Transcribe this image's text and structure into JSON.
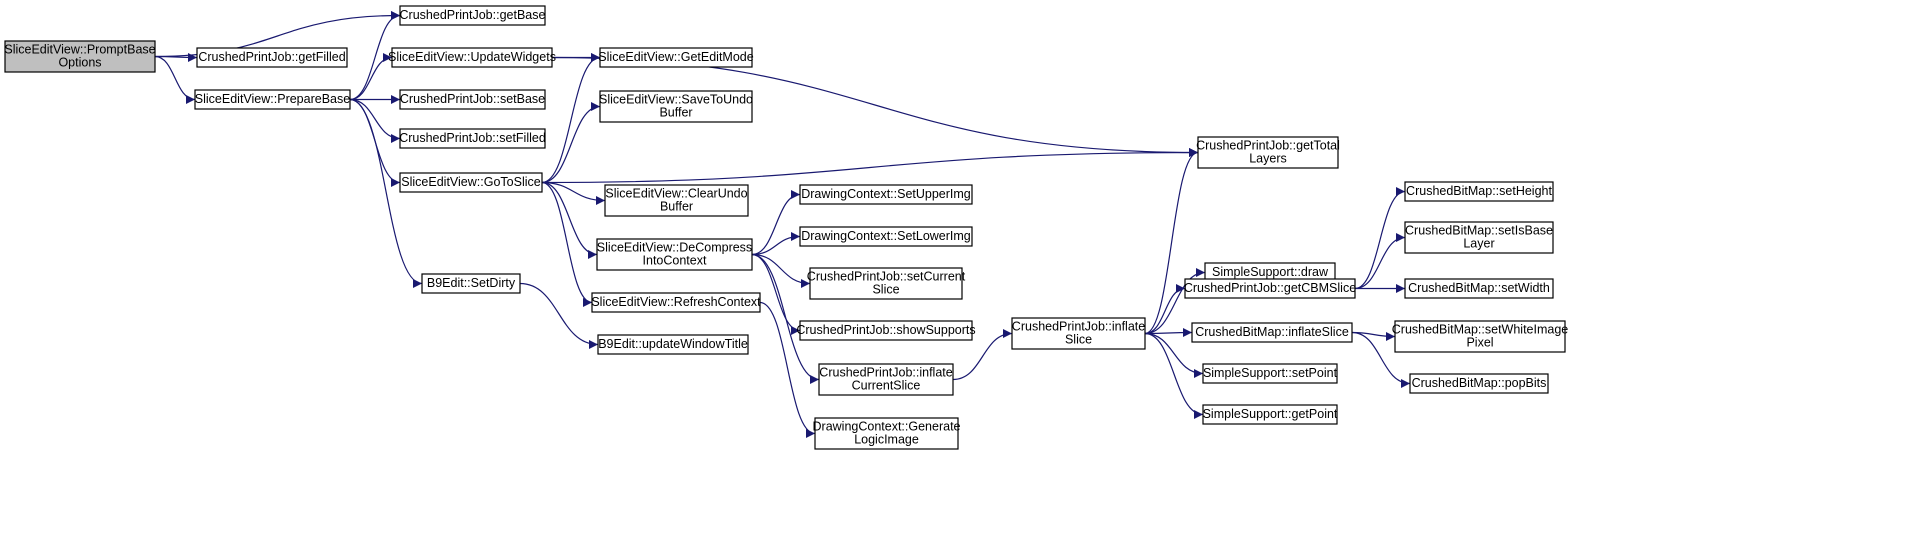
{
  "graph": {
    "colors": {
      "edge": "#191970",
      "node_border": "#000000",
      "root_fill": "#bfbfbf",
      "node_fill": "#ffffff"
    },
    "nodes": [
      {
        "id": "n0",
        "lines": [
          "SliceEditView::PromptBase",
          "Options"
        ],
        "root": true
      },
      {
        "id": "n1",
        "lines": [
          "CrushedPrintJob::getBase"
        ]
      },
      {
        "id": "n2",
        "lines": [
          "CrushedPrintJob::getFilled"
        ]
      },
      {
        "id": "n3",
        "lines": [
          "SliceEditView::PrepareBase"
        ]
      },
      {
        "id": "n4",
        "lines": [
          "SliceEditView::UpdateWidgets"
        ]
      },
      {
        "id": "n5",
        "lines": [
          "CrushedPrintJob::setBase"
        ]
      },
      {
        "id": "n6",
        "lines": [
          "CrushedPrintJob::setFilled"
        ]
      },
      {
        "id": "n7",
        "lines": [
          "SliceEditView::GoToSlice"
        ]
      },
      {
        "id": "n8",
        "lines": [
          "B9Edit::SetDirty"
        ]
      },
      {
        "id": "n9",
        "lines": [
          "SliceEditView::GetEditMode"
        ]
      },
      {
        "id": "n10",
        "lines": [
          "SliceEditView::SaveToUndo",
          "Buffer"
        ]
      },
      {
        "id": "n11",
        "lines": [
          "SliceEditView::ClearUndo",
          "Buffer"
        ]
      },
      {
        "id": "n12",
        "lines": [
          "SliceEditView::DeCompress",
          "IntoContext"
        ]
      },
      {
        "id": "n13",
        "lines": [
          "SliceEditView::RefreshContext"
        ]
      },
      {
        "id": "n14",
        "lines": [
          "B9Edit::updateWindowTitle"
        ]
      },
      {
        "id": "n15",
        "lines": [
          "DrawingContext::SetUpperImg"
        ]
      },
      {
        "id": "n16",
        "lines": [
          "DrawingContext::SetLowerImg"
        ]
      },
      {
        "id": "n17",
        "lines": [
          "CrushedPrintJob::setCurrent",
          "Slice"
        ]
      },
      {
        "id": "n18",
        "lines": [
          "CrushedPrintJob::showSupports"
        ]
      },
      {
        "id": "n19",
        "lines": [
          "CrushedPrintJob::inflate",
          "CurrentSlice"
        ]
      },
      {
        "id": "n20",
        "lines": [
          "DrawingContext::Generate",
          "LogicImage"
        ]
      },
      {
        "id": "n21",
        "lines": [
          "CrushedPrintJob::getTotal",
          "Layers"
        ]
      },
      {
        "id": "n22",
        "lines": [
          "CrushedPrintJob::inflate",
          "Slice"
        ]
      },
      {
        "id": "n23",
        "lines": [
          "SimpleSupport::draw"
        ]
      },
      {
        "id": "n24",
        "lines": [
          "CrushedPrintJob::getCBMSlice"
        ]
      },
      {
        "id": "n25",
        "lines": [
          "CrushedBitMap::inflateSlice"
        ]
      },
      {
        "id": "n26",
        "lines": [
          "SimpleSupport::setPoint"
        ]
      },
      {
        "id": "n27",
        "lines": [
          "SimpleSupport::getPoint"
        ]
      },
      {
        "id": "n28",
        "lines": [
          "CrushedBitMap::setHeight"
        ]
      },
      {
        "id": "n29",
        "lines": [
          "CrushedBitMap::setIsBase",
          "Layer"
        ]
      },
      {
        "id": "n30",
        "lines": [
          "CrushedBitMap::setWidth"
        ]
      },
      {
        "id": "n31",
        "lines": [
          "CrushedBitMap::setWhiteImage",
          "Pixel"
        ]
      },
      {
        "id": "n32",
        "lines": [
          "CrushedBitMap::popBits"
        ]
      }
    ],
    "edges": [
      [
        "n0",
        "n1"
      ],
      [
        "n0",
        "n2"
      ],
      [
        "n0",
        "n3"
      ],
      [
        "n3",
        "n1"
      ],
      [
        "n3",
        "n4"
      ],
      [
        "n3",
        "n5"
      ],
      [
        "n3",
        "n6"
      ],
      [
        "n3",
        "n7"
      ],
      [
        "n3",
        "n8"
      ],
      [
        "n4",
        "n9"
      ],
      [
        "n4",
        "n21"
      ],
      [
        "n7",
        "n9"
      ],
      [
        "n7",
        "n10"
      ],
      [
        "n7",
        "n11"
      ],
      [
        "n7",
        "n12"
      ],
      [
        "n7",
        "n13"
      ],
      [
        "n7",
        "n21"
      ],
      [
        "n8",
        "n14"
      ],
      [
        "n12",
        "n15"
      ],
      [
        "n12",
        "n16"
      ],
      [
        "n12",
        "n17"
      ],
      [
        "n12",
        "n18"
      ],
      [
        "n12",
        "n19"
      ],
      [
        "n13",
        "n20"
      ],
      [
        "n19",
        "n22"
      ],
      [
        "n22",
        "n21"
      ],
      [
        "n22",
        "n23"
      ],
      [
        "n22",
        "n24"
      ],
      [
        "n22",
        "n25"
      ],
      [
        "n22",
        "n26"
      ],
      [
        "n22",
        "n27"
      ],
      [
        "n24",
        "n28"
      ],
      [
        "n24",
        "n29"
      ],
      [
        "n24",
        "n30"
      ],
      [
        "n25",
        "n31"
      ],
      [
        "n25",
        "n32"
      ]
    ]
  }
}
